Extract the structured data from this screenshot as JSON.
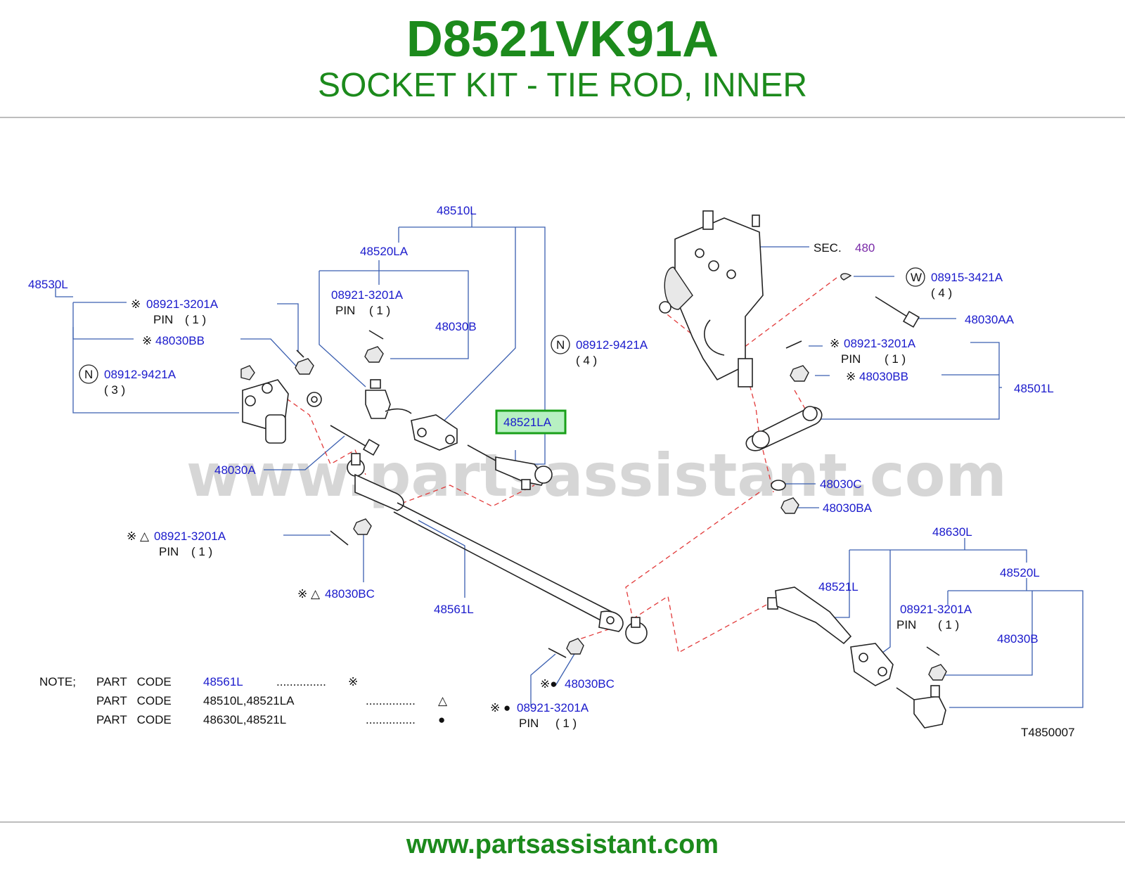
{
  "header": {
    "title": "D8521VK91A",
    "subtitle": "SOCKET KIT - TIE ROD, INNER"
  },
  "watermark": "www.partsassistant.com",
  "footer": {
    "url": "www.partsassistant.com"
  },
  "labels": {
    "p48510L": "48510L",
    "p48520LA": "48520LA",
    "p48530L": "48530L",
    "sec_label": "SEC.",
    "sec_num": "480",
    "ref_mark": "※",
    "n_circle": "N",
    "w_circle": "W",
    "p08921_a": "08921-3201A",
    "pin_a": "PIN",
    "qty1_a": "( 1 )",
    "p48030BB_a": "48030BB",
    "p08912_a": "08912-9421A",
    "qty3": "( 3 )",
    "p08921_b": "08921-3201A",
    "pin_b": "PIN",
    "qty1_b": "( 1 )",
    "p48030B_a": "48030B",
    "p48521LA": "48521LA",
    "p48030A": "48030A",
    "p08915": "08915-3421A",
    "qty4_a": "( 4 )",
    "p48030AA": "48030AA",
    "p08912_b": "08912-9421A",
    "qty4_b": "( 4 )",
    "p08921_c": "08921-3201A",
    "pin_c": "PIN",
    "qty1_c": "( 1 )",
    "p48030BB_b": "48030BB",
    "p48501L": "48501L",
    "p48030C": "48030C",
    "p48030BA": "48030BA",
    "p08921_d": "08921-3201A",
    "pre_d": "※ △",
    "pin_d": "PIN",
    "qty1_d": "( 1 )",
    "p48030BC_a": "48030BC",
    "pre_bc_a": "※ △",
    "p48561L": "48561L",
    "p48630L": "48630L",
    "p48521L": "48521L",
    "p48520L": "48520L",
    "p08921_e": "08921-3201A",
    "pin_e": "PIN",
    "qty1_e": "( 1 )",
    "p48030B_b": "48030B",
    "p48030BC_b": "48030BC",
    "pre_bc_b": "※●",
    "p08921_f": "08921-3201A",
    "pre_f": "※ ●",
    "pin_f": "PIN",
    "qty1_f": "( 1 )",
    "figure_code": "T4850007"
  },
  "note": {
    "title": "NOTE;",
    "rows": [
      {
        "label": "PART   CODE",
        "value": "48561L",
        "dots": "...............",
        "mark": "※"
      },
      {
        "label": "PART   CODE",
        "value": "48510L,48521LA",
        "dots": "...............",
        "mark": "△"
      },
      {
        "label": "PART   CODE",
        "value": "48630L,48521L",
        "dots": "...............",
        "mark": "●"
      }
    ]
  }
}
